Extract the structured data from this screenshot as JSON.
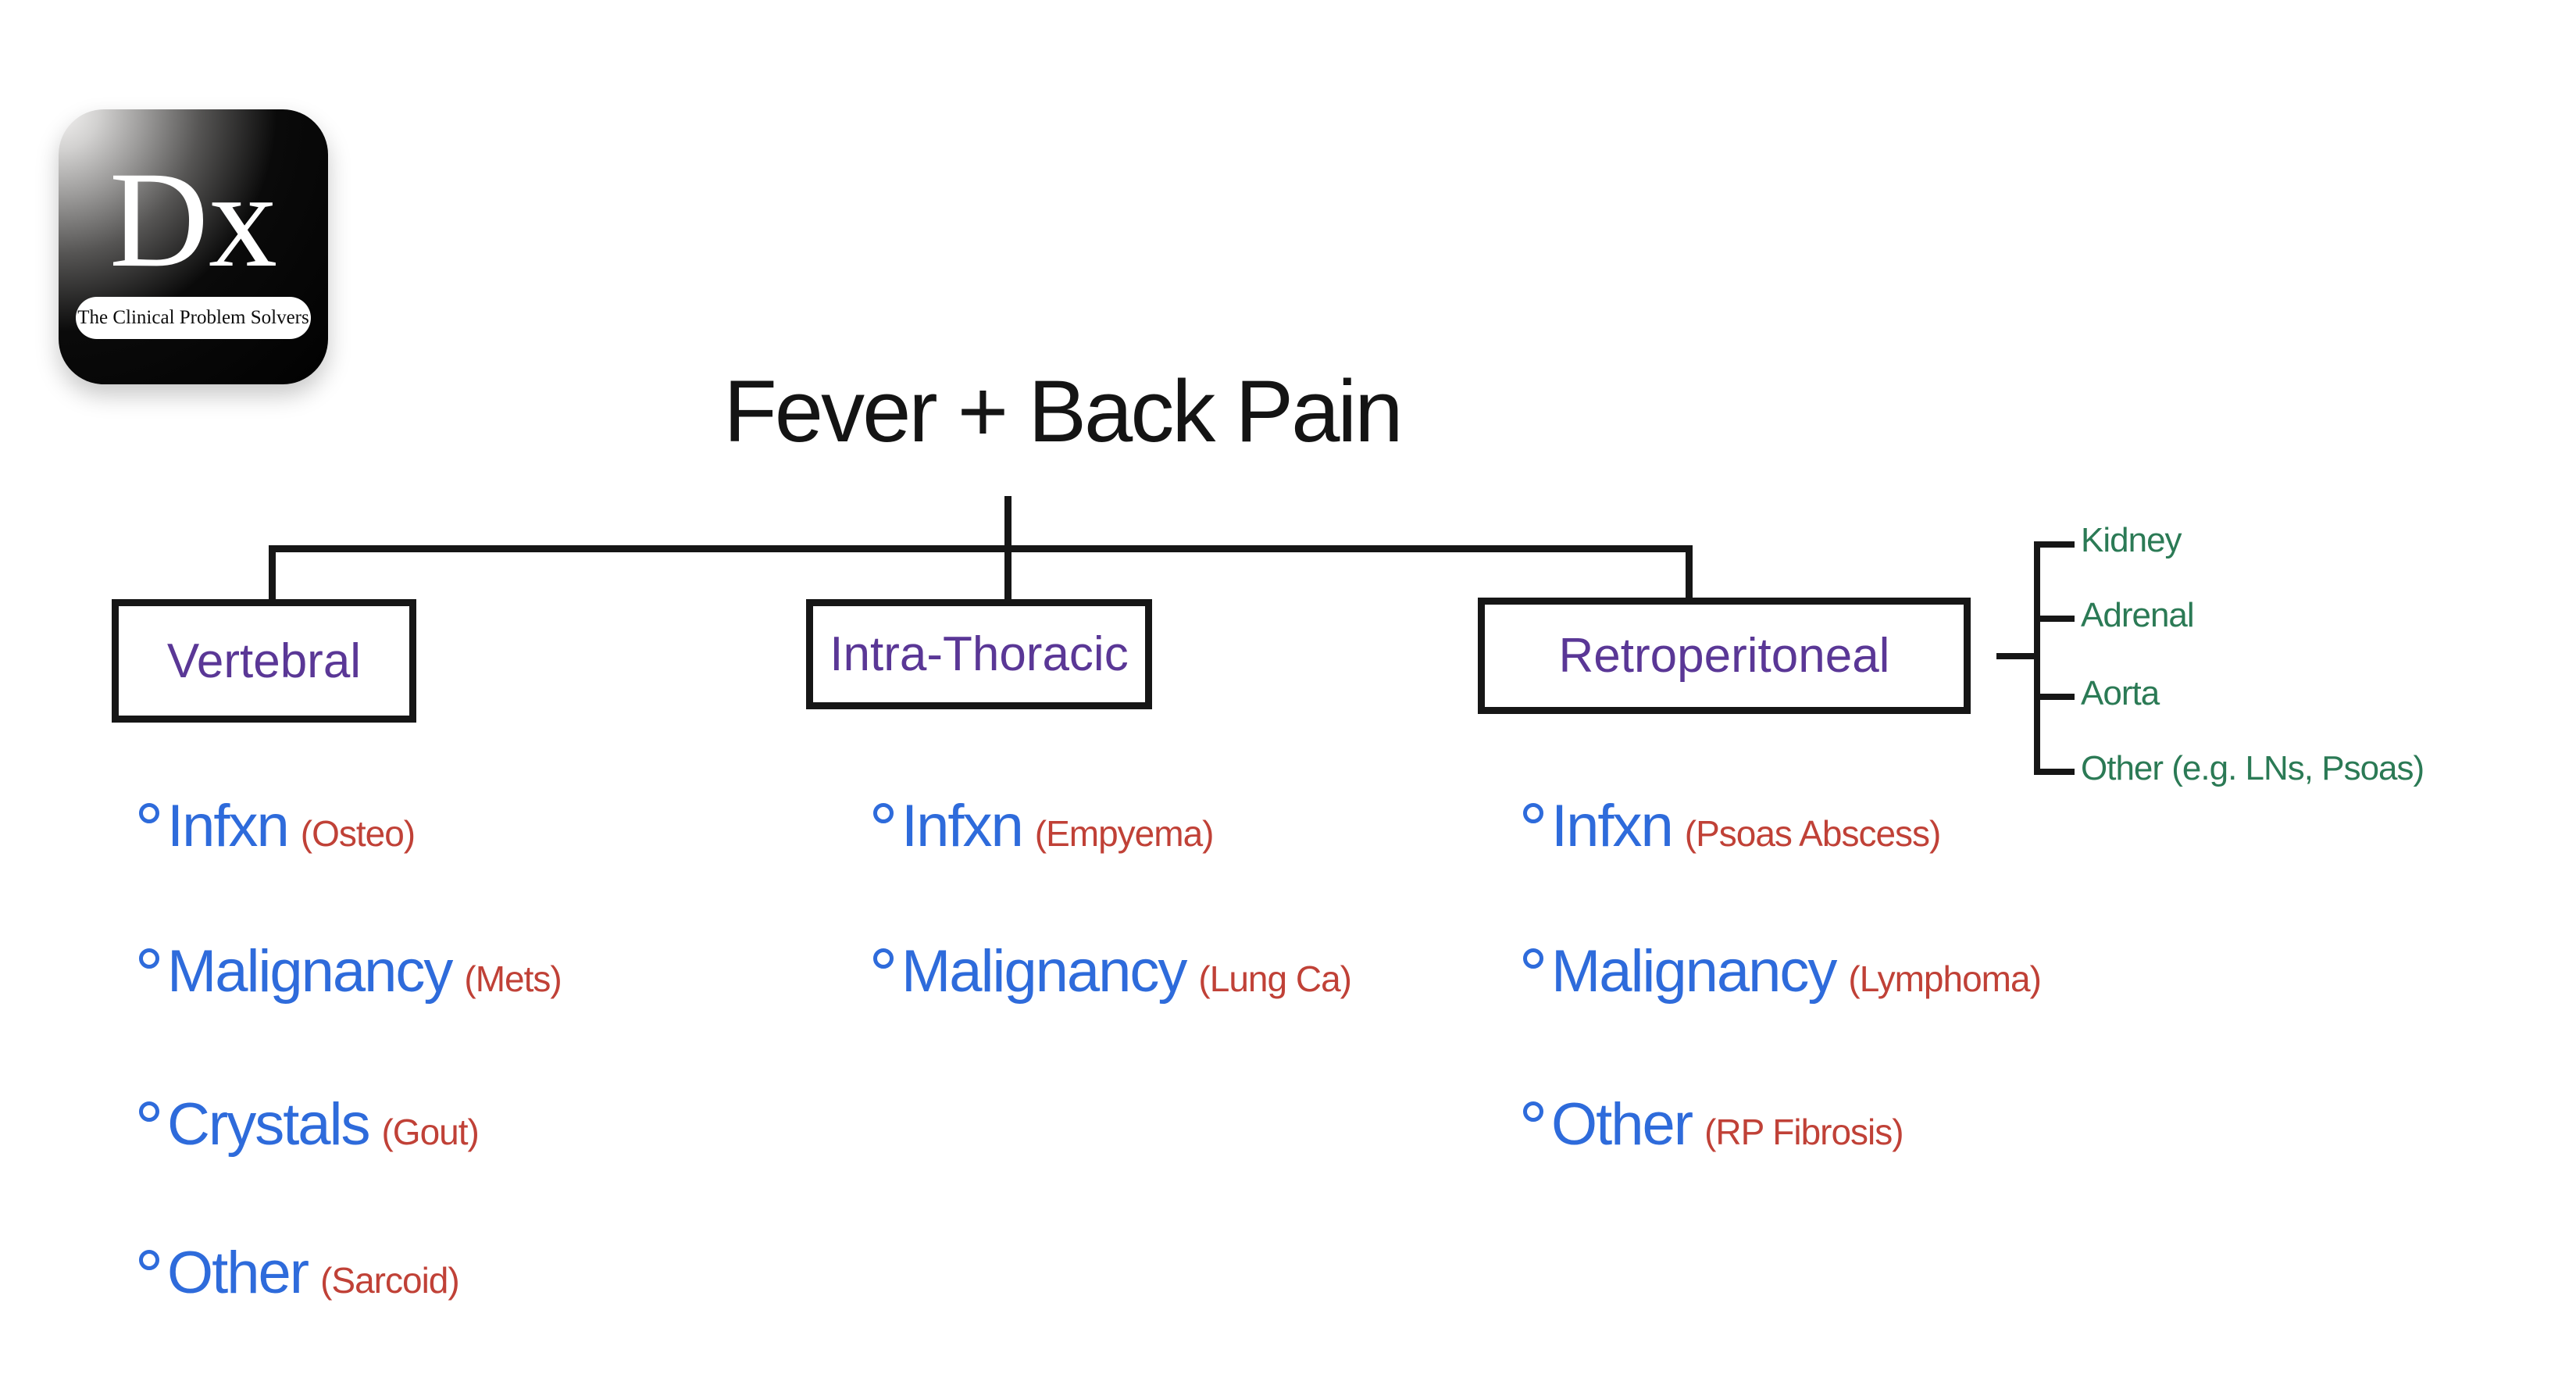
{
  "logo": {
    "monogram": "Dx",
    "tagline": "The Clinical Problem Solvers"
  },
  "title": "Fever + Back Pain",
  "colors": {
    "purple": "#5a3796",
    "blue": "#2e6bdb",
    "red": "#c04137",
    "green": "#2b7a55",
    "line": "#161616"
  },
  "branches": [
    {
      "label": "Vertebral",
      "items": [
        {
          "term": "Infxn",
          "detail": "(Osteo)"
        },
        {
          "term": "Malignancy",
          "detail": "(Mets)"
        },
        {
          "term": "Crystals",
          "detail": "(Gout)"
        },
        {
          "term": "Other",
          "detail": "(Sarcoid)"
        }
      ]
    },
    {
      "label": "Intra-Thoracic",
      "items": [
        {
          "term": "Infxn",
          "detail": "(Empyema)"
        },
        {
          "term": "Malignancy",
          "detail": "(Lung Ca)"
        }
      ]
    },
    {
      "label": "Retroperitoneal",
      "items": [
        {
          "term": "Infxn",
          "detail": "(Psoas Abscess)"
        },
        {
          "term": "Malignancy",
          "detail": "(Lymphoma)"
        },
        {
          "term": "Other",
          "detail": "(RP Fibrosis)"
        }
      ]
    }
  ],
  "retroperitoneal_sites": [
    "Kidney",
    "Adrenal",
    "Aorta",
    "Other (e.g. LNs, Psoas)"
  ]
}
